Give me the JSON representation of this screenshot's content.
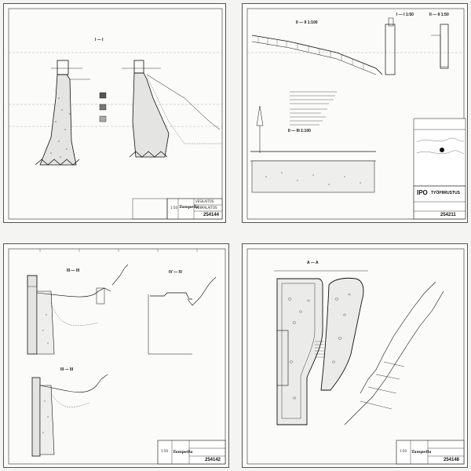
{
  "sheets": [
    {
      "id": "top-left",
      "section_label": "I — I",
      "company": "Tampella",
      "scale": "1:50",
      "drawing_number": "254144",
      "notes": [
        "VESILAITOS",
        "VOIMALAITOS"
      ]
    },
    {
      "id": "top-right",
      "section_labels": [
        "II — II 1:100",
        "I — I 1:50",
        "II — II 1:50",
        "II — III 1:100"
      ],
      "company": "IPO",
      "title": "TYÖPIIRUSTUS",
      "drawing_number": "254211"
    },
    {
      "id": "bottom-left",
      "section_labels": [
        "III — III",
        "IV — IV",
        "III — III"
      ],
      "company": "Tampella",
      "scale": "1:50",
      "drawing_number": "254142"
    },
    {
      "id": "bottom-right",
      "section_label": "A — A",
      "company": "Tampella",
      "scale": "1:50",
      "drawing_number": "254148"
    }
  ],
  "colors": {
    "line": "#1a1a1a",
    "paper": "#fbfbf9",
    "concrete_fill": "#dcdcdc"
  }
}
